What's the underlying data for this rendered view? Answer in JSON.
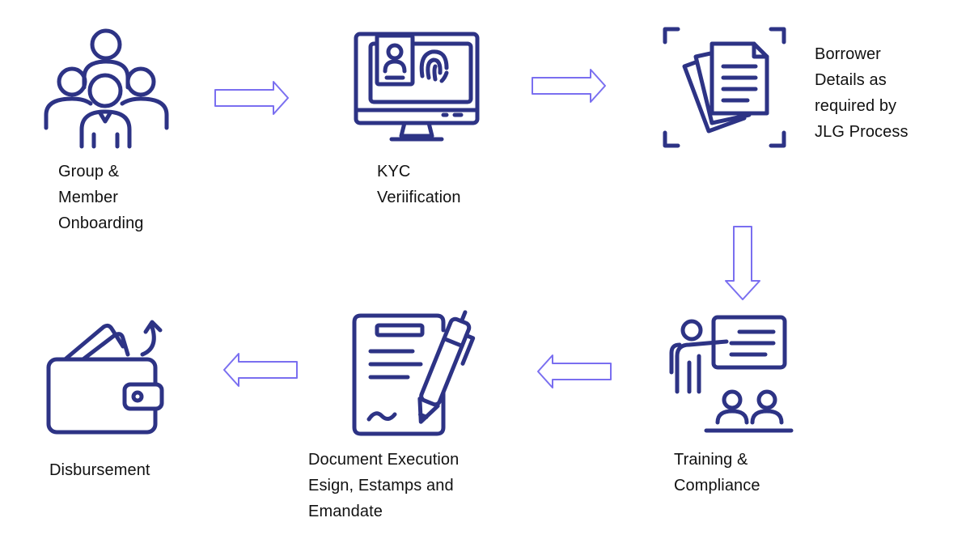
{
  "steps": [
    {
      "id": "onboarding",
      "label": "Group &\nMember\nOnboarding",
      "icon": "group-icon"
    },
    {
      "id": "kyc",
      "label": "KYC\nVeriification",
      "icon": "kyc-monitor-icon"
    },
    {
      "id": "borrower",
      "label": "Borrower\nDetails as\nrequired by\nJLG Process",
      "icon": "documents-icon"
    },
    {
      "id": "training",
      "label": "Training &\nCompliance",
      "icon": "training-icon"
    },
    {
      "id": "document",
      "label": "Document Execution\nEsign, Estamps and\nEmandate",
      "icon": "contract-pen-icon"
    },
    {
      "id": "disbursement",
      "label": "Disbursement",
      "icon": "wallet-icon"
    }
  ],
  "colors": {
    "icon": "#2d3385",
    "arrow": "#7a6ff0",
    "text": "#111111"
  }
}
